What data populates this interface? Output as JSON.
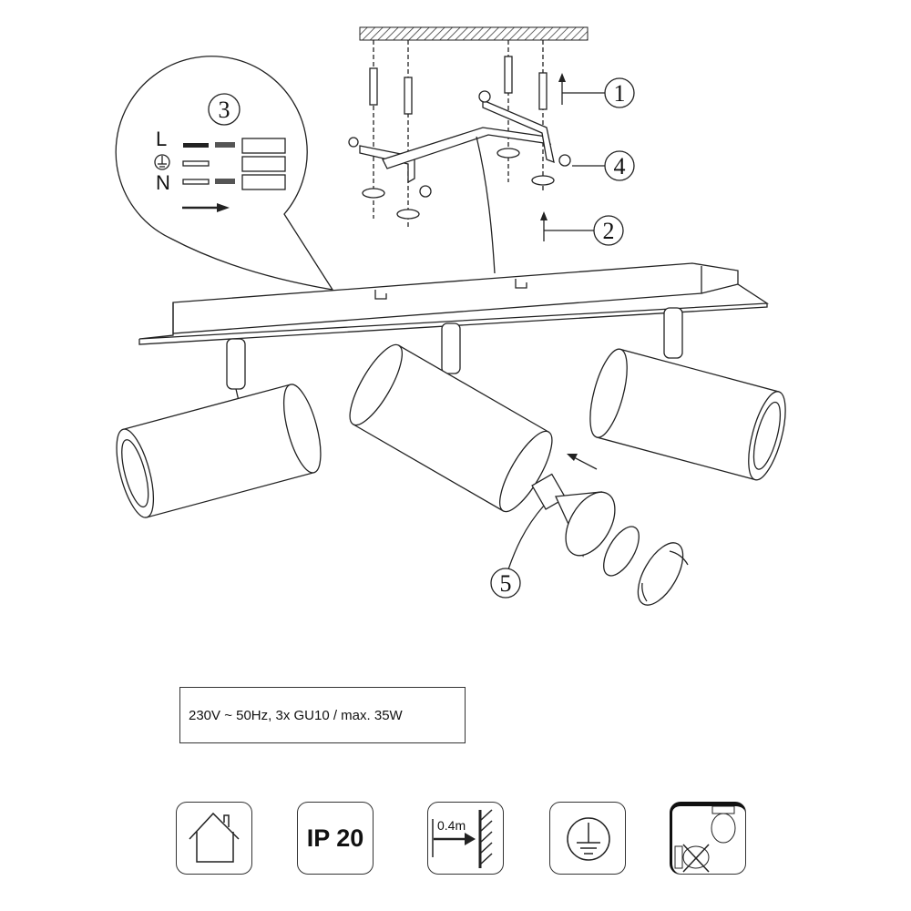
{
  "callouts": {
    "c1": "1",
    "c2": "2",
    "c3": "3",
    "c4": "4",
    "c5": "5"
  },
  "wiring": {
    "live": "L",
    "neutral": "N",
    "earth_icon": "earth-symbol-icon"
  },
  "spec_text": "230V ~ 50Hz, 3x GU10 / max. 35W",
  "icons": {
    "indoor": "house-icon",
    "ip_rating": "IP 20",
    "distance": "0.4m",
    "earth": "earth-icon",
    "no_cover": "no-insulation-cover-icon"
  },
  "colors": {
    "line": "#222222",
    "background": "#ffffff"
  }
}
